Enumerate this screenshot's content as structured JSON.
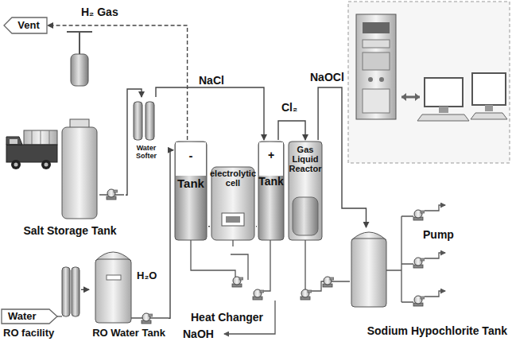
{
  "diagram": {
    "nodes": [
      {
        "text": [
          "Vent"
        ]
      },
      {
        "text": [
          "Salt Storage Tank"
        ]
      },
      {
        "text": [
          "Water Softer"
        ]
      },
      {
        "text": [
          "-",
          "Tank"
        ]
      },
      {
        "text": [
          "electrolytic cell"
        ]
      },
      {
        "text": [
          "+",
          "Tank"
        ]
      },
      {
        "text": [
          "Gas Liquid Reactor"
        ]
      },
      {
        "text": [
          "RO facility"
        ]
      },
      {
        "text": [
          "RO Water Tank"
        ]
      },
      {
        "text": [
          "Sodium Hypochlorite Tank"
        ]
      }
    ],
    "edges": [
      {
        "from": 3,
        "to": 0,
        "arrow": "to",
        "label": "H₂ Gas"
      },
      {
        "from": 1,
        "to": 2,
        "arrow": "to"
      },
      {
        "from": 2,
        "to": 5,
        "arrow": "to",
        "label": "NaCl"
      },
      {
        "from": 5,
        "to": 6,
        "arrow": "to",
        "label": "Cl₂"
      },
      {
        "from": 6,
        "to": 9,
        "arrow": "to",
        "label": "NaOCl"
      },
      {
        "from": 7,
        "to": 8,
        "arrow": "to"
      },
      {
        "from": 8,
        "to": 3,
        "arrow": "to",
        "label": "H₂O"
      },
      {
        "from": 3,
        "to": 4,
        "arrow": "none"
      },
      {
        "from": 4,
        "to": 5,
        "arrow": "none"
      }
    ],
    "labels": [
      "Water",
      "Heat Changer",
      "NaOH",
      "Pump"
    ]
  }
}
